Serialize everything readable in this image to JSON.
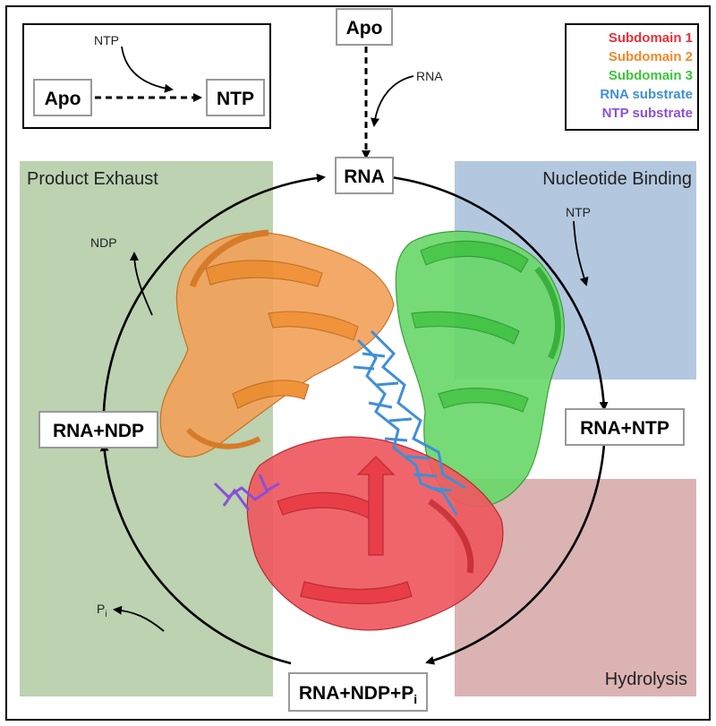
{
  "states": {
    "apo_top": "Apo",
    "rna": "RNA",
    "rna_ntp": "RNA+NTP",
    "rna_ndp_pi": "RNA+NDP+P",
    "rna_ndp_pi_sub": "i",
    "rna_ndp": "RNA+NDP"
  },
  "inset": {
    "apo": "Apo",
    "ntp": "NTP",
    "arrow_label": "NTP"
  },
  "arrow_labels": {
    "rna": "RNA",
    "ntp": "NTP",
    "ndp": "NDP",
    "pi": "P",
    "pi_sub": "i"
  },
  "regions": {
    "product_exhaust": "Product Exhaust",
    "nucleotide_binding": "Nucleotide Binding",
    "hydrolysis": "Hydrolysis"
  },
  "legend": [
    {
      "label": "Subdomain 1",
      "color": "#e8303a"
    },
    {
      "label": "Subdomain 2",
      "color": "#ef8a2a"
    },
    {
      "label": "Subdomain 3",
      "color": "#3cc43c"
    },
    {
      "label": "RNA substrate",
      "color": "#3f8fd6"
    },
    {
      "label": "NTP substrate",
      "color": "#8a4fd9"
    }
  ],
  "colors": {
    "product_exhaust_bg": "#bcd2b0",
    "nucleotide_binding_bg": "#b3c8df",
    "hydrolysis_bg": "#dbb3b3"
  }
}
